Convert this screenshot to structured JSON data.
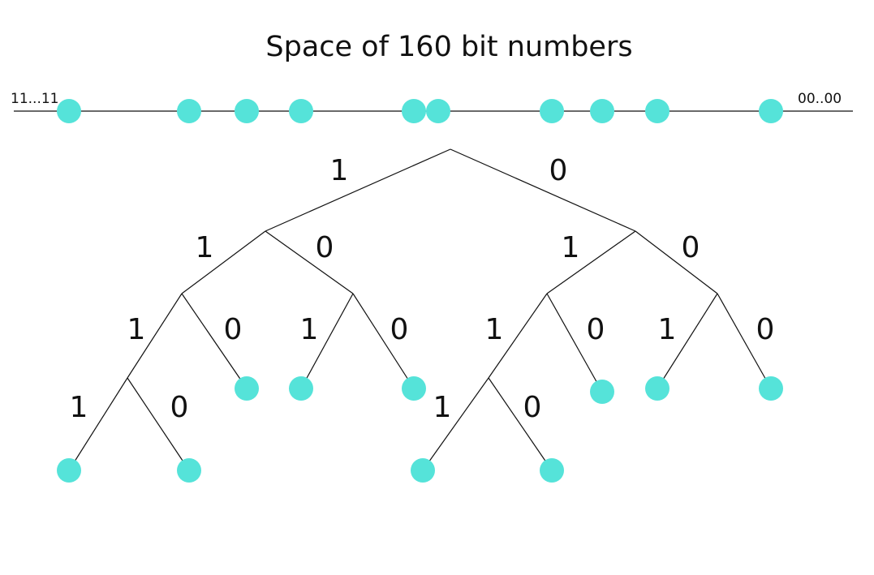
{
  "title": "Space of 160 bit numbers",
  "line_labels": {
    "left": "11...11",
    "right": "00..00"
  },
  "bit_labels": {
    "one": "1",
    "zero": "0"
  },
  "colors": {
    "node": "#55e3d9",
    "line": "#111111"
  }
}
